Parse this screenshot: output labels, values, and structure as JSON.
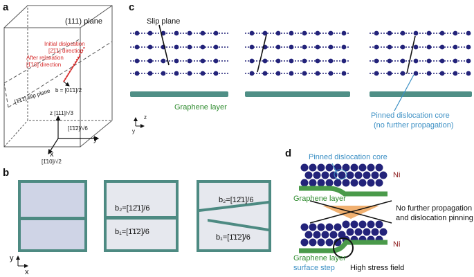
{
  "panel_a": {
    "letter": "a",
    "plane_label": "(111) plane",
    "initial_dislocation_line1": "Initial dislocation",
    "initial_dislocation_line2": "[2̄1̄1] direction",
    "after_relaxation_line1": "After relaxation",
    "after_relaxation_line2": "[1̄10] direction",
    "burgers": "b = [01̄1]/2",
    "slip_plane": "[1̄1̄1] slip plane",
    "axis_z": "z [111]/√3",
    "axis_y": "[1̄1̄2]/√6",
    "axis_y_letter": "y",
    "axis_x_letter": "x",
    "axis_x": "[1̄10]/√2"
  },
  "panel_b": {
    "letter": "b",
    "img2_b2": "b₂=[12̄1]/6",
    "img2_b1": "b₁=[1̄1̄2]/6",
    "img3_b2": "b₂=[12̄1]/6",
    "img3_b1": "b₁=[1̄1̄2]/6",
    "axis_y": "y",
    "axis_x": "x"
  },
  "panel_c": {
    "letter": "c",
    "slip_plane": "Slip plane",
    "graphene_layer": "Graphene layer",
    "pinned_line1": "Pinned dislocation core",
    "pinned_line2": "(no further propagation)",
    "axis_z": "z",
    "axis_y": "y"
  },
  "panel_d": {
    "letter": "d",
    "pinned_core": "Pinned dislocation core",
    "ni_top": "Ni",
    "graphene_top": "Graphene layer",
    "no_further_line1": "No further propagation",
    "no_further_line2": "and dislocation pinning",
    "ni_bottom": "Ni",
    "graphene_bottom": "Graphene layer",
    "surface_step": "surface step",
    "high_stress": "High stress field"
  },
  "colors": {
    "atom_navy": "#23237a",
    "graphene_green": "#4a9a4a",
    "graphene_teal": "#3f7f78",
    "annotation_red": "#d62b2b",
    "annotation_blue": "#3b8fc4",
    "arrow_orange": "#f0b070"
  }
}
